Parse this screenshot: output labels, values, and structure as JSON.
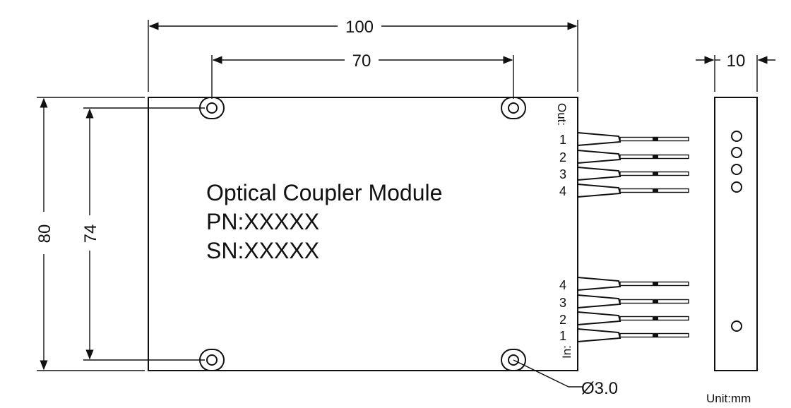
{
  "title": "Optical Coupler Module",
  "pn": "PN:XXXXX",
  "sn": "SN:XXXXX",
  "dimensions": {
    "width": "100",
    "hole_spacing_x": "70",
    "height": "80",
    "hole_spacing_y": "74",
    "thickness": "10",
    "hole_diameter": "Ø3.0"
  },
  "unit": "Unit:mm",
  "out_label": "Out:",
  "in_label": "In:",
  "out_ports": [
    "1",
    "2",
    "3",
    "4"
  ],
  "in_ports": [
    "4",
    "3",
    "2",
    "1"
  ]
}
